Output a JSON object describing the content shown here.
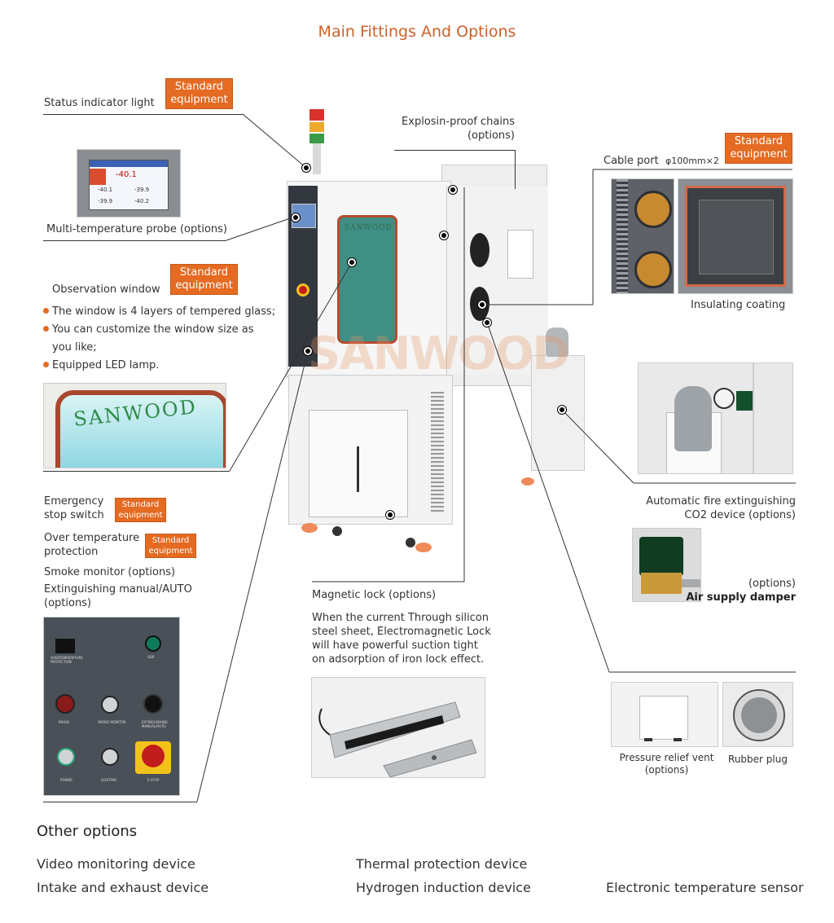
{
  "title": "Main Fittings And Options",
  "badges": {
    "standard": "Standard equipment"
  },
  "left": {
    "status_light": "Status indicator light",
    "multi_probe": "Multi-temperature probe (options)",
    "observation_window": "Observation window",
    "window_bullets": [
      "The window is 4 layers of tempered glass;",
      "You can customize the window size as you like;",
      "Equipped LED lamp."
    ],
    "brand_window_text": "SANWOOD",
    "emergency_stop": "Emergency stop switch",
    "over_temp": "Over temperature protection",
    "smoke_monitor": "Smoke monitor (options)",
    "extinguishing": "Extinguishing manual/AUTO (options)",
    "panel_labels": [
      "OVERTEMPERATURE PROTECTION",
      "USB",
      "PHASE",
      "SMOKE MONITOR",
      "EXTINGUISHING MANUAL/AUTO",
      "POWER",
      "LIGHTING",
      "E-STOP"
    ],
    "probe_screen_values": [
      "-40.1",
      "-40.1",
      "-39.9",
      "-39.9",
      "-40.2"
    ]
  },
  "center": {
    "explosion_chains_line1": "Explosin-proof chains",
    "explosion_chains_line2": "(options)",
    "machine_brand": "SANWOOD",
    "watermark": "SANWOOD",
    "magnetic_lock": "Magnetic lock (options)",
    "magnetic_desc": "When the current Through silicon steel sheet, Electromagnetic Lock will have powerful suction tight on adsorption of iron lock effect."
  },
  "right": {
    "cable_port": "Cable port",
    "cable_spec": "φ100mm×2",
    "insulating": "Insulating coating",
    "fire_line1": "Automatic fire extinguishing",
    "fire_line2": "CO2 device (options)",
    "air_options": "(options)",
    "air_damper": "Air supply damper",
    "pressure_line1": "Pressure relief vent",
    "pressure_line2": "(options)",
    "rubber_plug": "Rubber plug"
  },
  "other": {
    "title": "Other options",
    "items": [
      "Video monitoring device",
      "Thermal protection device",
      "Intake and exhaust device",
      "Hydrogen induction device",
      "Electronic temperature sensor"
    ]
  },
  "colors": {
    "accent": "#e56a22",
    "title": "#c9622a"
  }
}
